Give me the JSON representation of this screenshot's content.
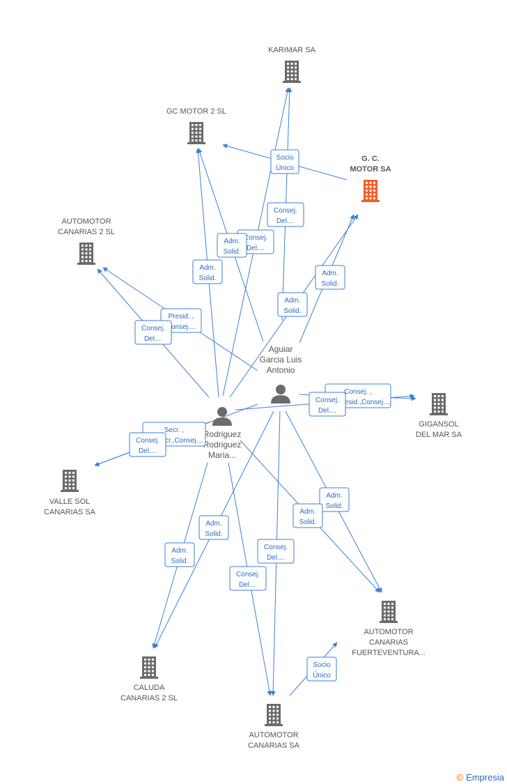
{
  "diagram": {
    "companies": [
      {
        "id": "karimar",
        "lines": [
          "KARIMAR SA"
        ],
        "highlight": false
      },
      {
        "id": "gcmotor2",
        "lines": [
          "GC MOTOR 2 SL"
        ],
        "highlight": false
      },
      {
        "id": "gcmotor",
        "lines": [
          "G. C.",
          "MOTOR SA"
        ],
        "highlight": true
      },
      {
        "id": "automotor2",
        "lines": [
          "AUTOMOTOR",
          "CANARIAS 2 SL"
        ],
        "highlight": false
      },
      {
        "id": "gigansol",
        "lines": [
          "GIGANSOL",
          "DEL MAR SA"
        ],
        "highlight": false
      },
      {
        "id": "vallesol",
        "lines": [
          "VALLE SOL",
          "CANARIAS SA"
        ],
        "highlight": false
      },
      {
        "id": "automotorfv",
        "lines": [
          "AUTOMOTOR",
          "CANARIAS",
          "FUERTEVENTURA..."
        ],
        "highlight": false
      },
      {
        "id": "caluda",
        "lines": [
          "CALUDA",
          "CANARIAS 2 SL"
        ],
        "highlight": false
      },
      {
        "id": "automotorsa",
        "lines": [
          "AUTOMOTOR",
          "CANARIAS SA"
        ],
        "highlight": false
      }
    ],
    "persons": [
      {
        "id": "aguiar",
        "lines": [
          "Aguiar",
          "Garcia Luis",
          "Antonio"
        ]
      },
      {
        "id": "rodriguez",
        "lines": [
          "Rodriguez",
          "Rodriguez",
          "Maria..."
        ]
      }
    ],
    "edge_labels": [
      {
        "id": "e1",
        "lines": [
          "Socio",
          "Único"
        ]
      },
      {
        "id": "e2",
        "lines": [
          "Consej.",
          "Del...."
        ]
      },
      {
        "id": "e3",
        "lines": [
          "Consej.",
          "Del...."
        ]
      },
      {
        "id": "e4",
        "lines": [
          "Adm.",
          "Solid."
        ]
      },
      {
        "id": "e5",
        "lines": [
          "Adm.",
          "Solid."
        ]
      },
      {
        "id": "e6",
        "lines": [
          "Adm.",
          "Solid."
        ]
      },
      {
        "id": "e7",
        "lines": [
          "Adm.",
          "Solid."
        ]
      },
      {
        "id": "e8",
        "lines": [
          "Presid. ,",
          "Consej...."
        ]
      },
      {
        "id": "e9",
        "lines": [
          "Consej.",
          "Del...."
        ]
      },
      {
        "id": "e10",
        "lines": [
          "Consej. ,",
          "Vicepresid.,Consej...."
        ]
      },
      {
        "id": "e11",
        "lines": [
          "Consej.",
          "Del...."
        ]
      },
      {
        "id": "e12",
        "lines": [
          "Secr. ,",
          "Vicesecr.,Consej...."
        ]
      },
      {
        "id": "e13",
        "lines": [
          "Consej.",
          "Del...."
        ]
      },
      {
        "id": "e14",
        "lines": [
          "Adm.",
          "Solid."
        ]
      },
      {
        "id": "e15",
        "lines": [
          "Adm.",
          "Solid."
        ]
      },
      {
        "id": "e16",
        "lines": [
          "Adm.",
          "Solid."
        ]
      },
      {
        "id": "e17",
        "lines": [
          "Adm.",
          "Solid."
        ]
      },
      {
        "id": "e18",
        "lines": [
          "Consej.",
          "Del...."
        ]
      },
      {
        "id": "e19",
        "lines": [
          "Consej.",
          "Del...."
        ]
      },
      {
        "id": "e20",
        "lines": [
          "Socio",
          "Único"
        ]
      }
    ]
  },
  "colors": {
    "edge": "#3a7fd5",
    "node_icon": "#6b6b6b",
    "highlight_icon": "#f0602a"
  },
  "footer": {
    "copyright_symbol": "©",
    "brand": "Empresia"
  }
}
